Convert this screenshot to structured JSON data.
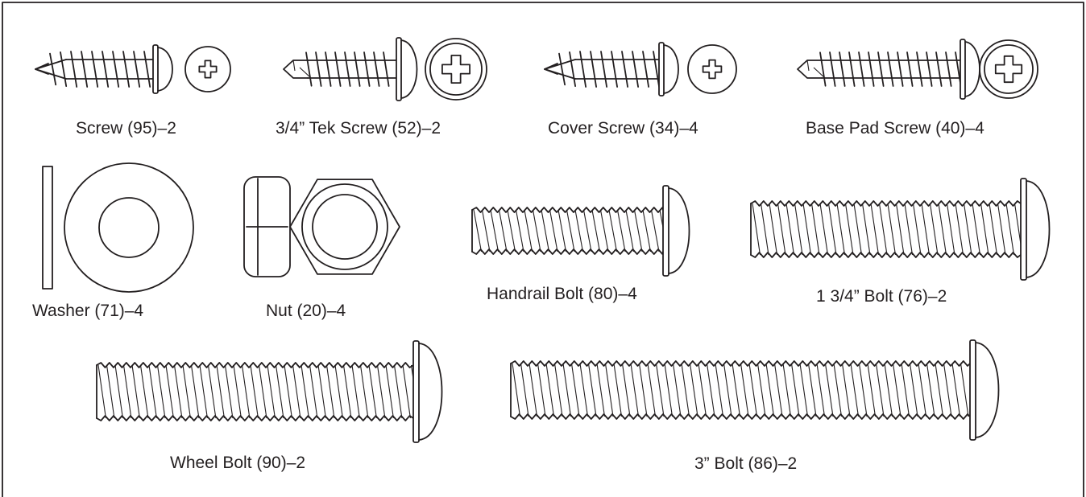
{
  "parts": [
    {
      "id": "screw-95",
      "label": "Screw (95)–2"
    },
    {
      "id": "tek-screw-52",
      "label": "3/4” Tek Screw (52)–2"
    },
    {
      "id": "cover-screw-34",
      "label": "Cover Screw (34)–4"
    },
    {
      "id": "base-pad-screw-40",
      "label": "Base Pad Screw (40)–4"
    },
    {
      "id": "washer-71",
      "label": "Washer (71)–4"
    },
    {
      "id": "nut-20",
      "label": "Nut (20)–4"
    },
    {
      "id": "handrail-bolt-80",
      "label": "Handrail Bolt (80)–4"
    },
    {
      "id": "bolt-76",
      "label": "1 3/4” Bolt (76)–2"
    },
    {
      "id": "wheel-bolt-90",
      "label": "Wheel Bolt (90)–2"
    },
    {
      "id": "bolt-86",
      "label": "3” Bolt (86)–2"
    }
  ]
}
